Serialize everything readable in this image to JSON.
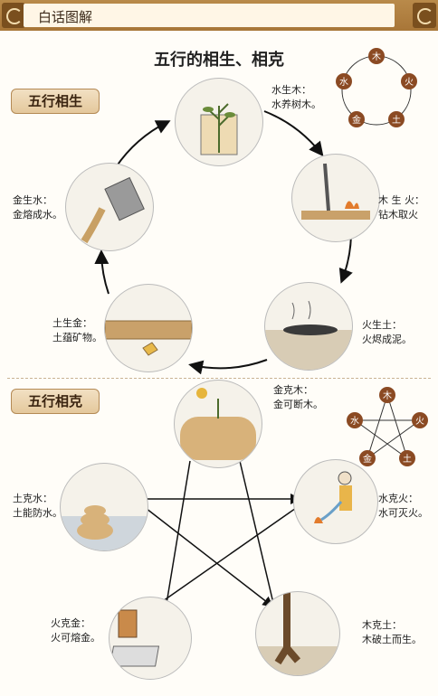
{
  "header": {
    "label": "白话图解"
  },
  "title": "五行的相生、相克",
  "elements": {
    "wood": "木",
    "fire": "火",
    "earth": "土",
    "metal": "金",
    "water": "水"
  },
  "sheng": {
    "label": "五行相生",
    "captions": [
      {
        "line1": "水生木：",
        "line2": "水养树木。"
      },
      {
        "line1": "木 生 火：",
        "line2": "钻木取火"
      },
      {
        "line1": "火生土：",
        "line2": "火烬成泥。"
      },
      {
        "line1": "土生金：",
        "line2": "土蕴矿物。"
      },
      {
        "line1": "金生水：",
        "line2": "金熔成水。"
      }
    ]
  },
  "ke": {
    "label": "五行相克",
    "captions": [
      {
        "line1": "金克木：",
        "line2": "金可断木。"
      },
      {
        "line1": "水克火：",
        "line2": "水可灭火。"
      },
      {
        "line1": "木克土：",
        "line2": "木破土而生。"
      },
      {
        "line1": "火克金：",
        "line2": "火可熔金。"
      },
      {
        "line1": "土克水：",
        "line2": "土能防水。"
      }
    ]
  },
  "colors": {
    "header": "#b07d3e",
    "node": "#8b4a23",
    "accent": "#e4c89c"
  }
}
